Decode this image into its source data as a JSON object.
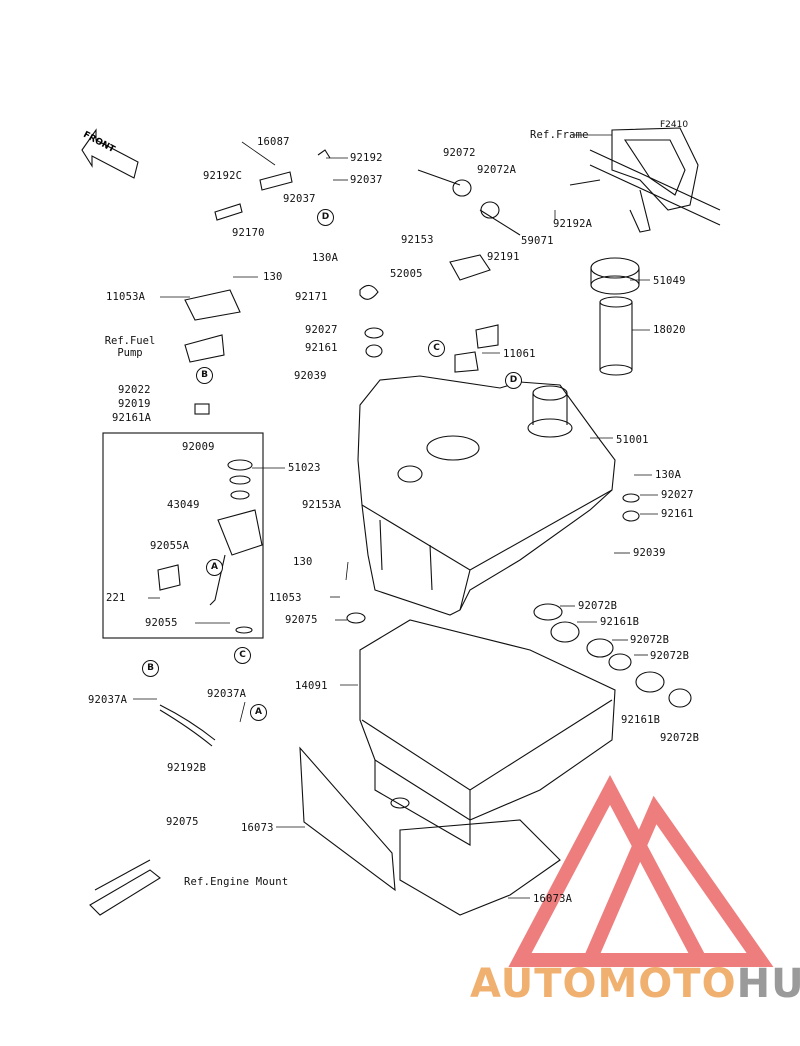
{
  "figure_code": "F2410",
  "front_arrow": "FRONT",
  "watermark": {
    "part_a": "AUTOMOTO",
    "part_b": "HUB",
    "color_a": "#f0b070",
    "color_b": "#9a9a9a",
    "logo_color": "#e84848"
  },
  "refs": {
    "frame": "Ref.Frame",
    "fuel_pump_line1": "Ref.Fuel",
    "fuel_pump_line2": "Pump",
    "engine_mount": "Ref.Engine Mount"
  },
  "markers": [
    "A",
    "B",
    "C",
    "D"
  ],
  "parts": {
    "p16087": "16087",
    "p92192": "92192",
    "p92192c": "92192C",
    "p92037_top": "92037",
    "p92037_mid": "92037",
    "p92170": "92170",
    "p92072": "92072",
    "p92072a": "92072A",
    "p92192a": "92192A",
    "p92153": "92153",
    "p59071": "59071",
    "p92191": "92191",
    "p130a_top": "130A",
    "p130_top": "130",
    "p11053a": "11053A",
    "p52005": "52005",
    "p51049": "51049",
    "p92171": "92171",
    "p18020": "18020",
    "p92027_left": "92027",
    "p92161_left": "92161",
    "p11061": "11061",
    "p92039_left": "92039",
    "p92022": "92022",
    "p92019": "92019",
    "p92161a": "92161A",
    "p92009": "92009",
    "p51001": "51001",
    "p51023": "51023",
    "p43049": "43049",
    "p92153a": "92153A",
    "p130a_right": "130A",
    "p92027_right": "92027",
    "p92161_right": "92161",
    "p92055a": "92055A",
    "p92039_right": "92039",
    "p130_mid": "130",
    "p221": "221",
    "p11053": "11053",
    "p92075_mid": "92075",
    "p92055": "92055",
    "p92072b_1": "92072B",
    "p92161b_1": "92161B",
    "p92072b_2": "92072B",
    "p92072b_3": "92072B",
    "p14091": "14091",
    "p92037a_left": "92037A",
    "p92037a_right": "92037A",
    "p92161b_2": "92161B",
    "p92072b_4": "92072B",
    "p92192b": "92192B",
    "p92075_bottom": "92075",
    "p16073": "16073",
    "p16073a": "16073A"
  }
}
